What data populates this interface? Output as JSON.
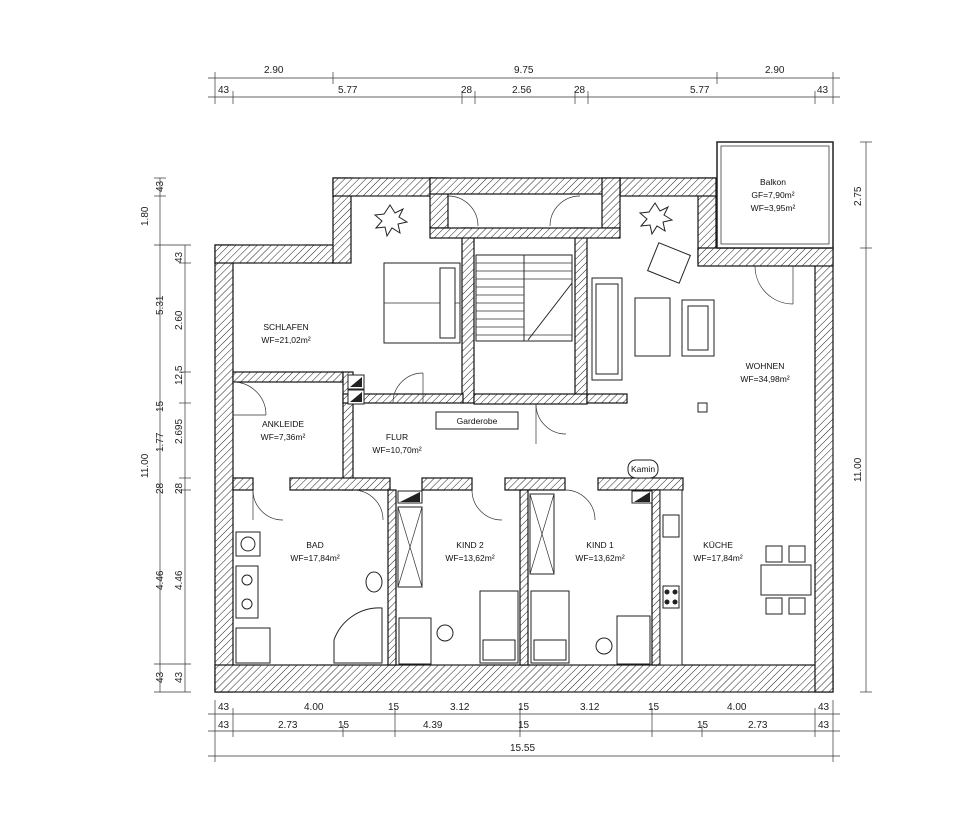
{
  "dimensions": {
    "top_row1": [
      "2.90",
      "9.75",
      "2.90"
    ],
    "top_row2": [
      "43",
      "5.77",
      "28",
      "2.56",
      "28",
      "5.77",
      "43"
    ],
    "bottom_row1": [
      "43",
      "4.00",
      "15",
      "3.12",
      "15",
      "3.12",
      "15",
      "4.00",
      "43"
    ],
    "bottom_row2": [
      "43",
      "2.73",
      "15",
      "4.39",
      "15",
      "15",
      "2.73",
      "43"
    ],
    "bottom_total": "15.55",
    "left_outer": [
      "43",
      "1.80",
      "5.31",
      "11.00",
      "43"
    ],
    "left_inner": [
      "43",
      "2.60",
      "12,5",
      "15",
      "2.695",
      "28",
      "4.46",
      "43"
    ],
    "left_inner_b": [
      "1.77",
      "28",
      "4.46"
    ],
    "right": [
      "2.75",
      "11.00"
    ]
  },
  "rooms": {
    "schlafen": {
      "name": "SCHLAFEN",
      "area": "WF=21,02m²"
    },
    "ankleide": {
      "name": "ANKLEIDE",
      "area": "WF=7,36m²"
    },
    "flur": {
      "name": "FLUR",
      "area": "WF=10,70m²"
    },
    "wohnen": {
      "name": "WOHNEN",
      "area": "WF=34,98m²"
    },
    "balkon": {
      "name": "Balkon",
      "gf": "GF=7,90m²",
      "wf": "WF=3,95m²"
    },
    "bad": {
      "name": "BAD",
      "area": "WF=17,84m²"
    },
    "kind2": {
      "name": "KIND 2",
      "area": "WF=13,62m²"
    },
    "kind1": {
      "name": "KIND 1",
      "area": "WF=13,62m²"
    },
    "kueche": {
      "name": "KÜCHE",
      "area": "WF=17,84m²"
    }
  },
  "labels": {
    "garderobe": "Garderobe",
    "kamin": "Kamin"
  }
}
